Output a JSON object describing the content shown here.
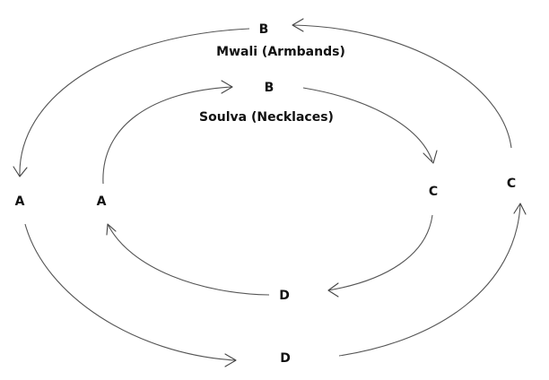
{
  "outer_ring": {
    "title": "Mwali (Armbands)",
    "nodes": {
      "a": "A",
      "b": "B",
      "c": "C",
      "d": "D"
    }
  },
  "inner_ring": {
    "title": "Soulva (Necklaces)",
    "nodes": {
      "a": "A",
      "b": "B",
      "c": "C",
      "d": "D"
    }
  },
  "colors": {
    "text": "#111111",
    "arrow": "#555555",
    "background": "#ffffff"
  }
}
